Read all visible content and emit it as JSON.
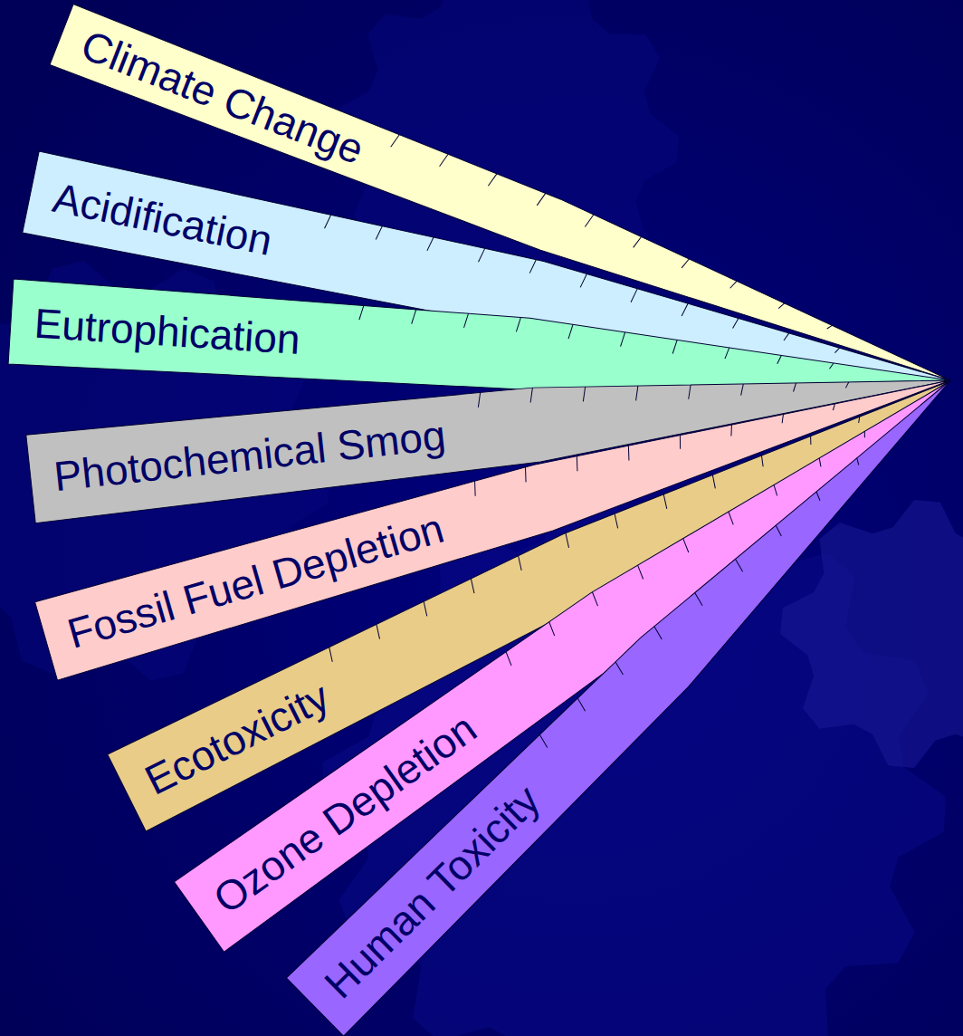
{
  "diagram": {
    "nodes": [
      {
        "text": [
          "Climate Change"
        ]
      },
      {
        "text": [
          "Acidification"
        ]
      },
      {
        "text": [
          "Eutrophication"
        ]
      },
      {
        "text": [
          "Photochemical Smog"
        ]
      },
      {
        "text": [
          "Fossil Fuel Depletion"
        ]
      },
      {
        "text": [
          "Ecotoxicity"
        ]
      },
      {
        "text": [
          "Ozone Depletion"
        ]
      },
      {
        "text": [
          "Human Toxicity"
        ]
      }
    ]
  }
}
